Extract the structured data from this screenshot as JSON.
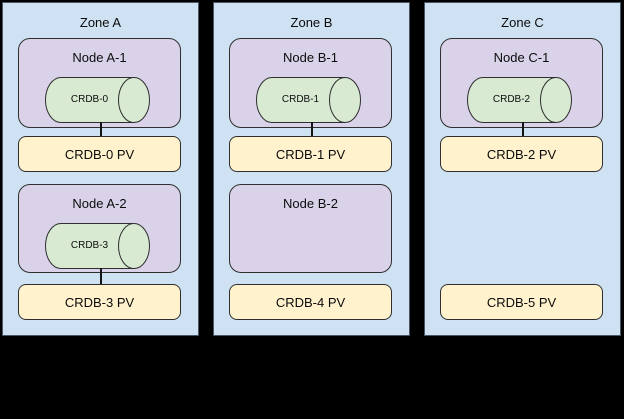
{
  "diagram": {
    "colors": {
      "canvas_background": "#000000",
      "zone_fill": "#cfe2f3",
      "node_fill": "#d9d2e9",
      "cylinder_fill": "#d9ead3",
      "pv_fill": "#fff2cc",
      "stroke": "#2f2f2f"
    },
    "zones": [
      {
        "title": "Zone A",
        "nodes": [
          {
            "label": "Node A-1",
            "cylinder_label": "CRDB-0"
          },
          {
            "label": "Node A-2",
            "cylinder_label": "CRDB-3"
          }
        ],
        "pvs": [
          {
            "label": "CRDB-0 PV"
          },
          {
            "label": "CRDB-3 PV"
          }
        ]
      },
      {
        "title": "Zone B",
        "nodes": [
          {
            "label": "Node B-1",
            "cylinder_label": "CRDB-1"
          },
          {
            "label": "Node B-2"
          }
        ],
        "pvs": [
          {
            "label": "CRDB-1 PV"
          },
          {
            "label": "CRDB-4 PV"
          }
        ]
      },
      {
        "title": "Zone C",
        "nodes": [
          {
            "label": "Node C-1",
            "cylinder_label": "CRDB-2"
          }
        ],
        "pvs": [
          {
            "label": "CRDB-2 PV"
          },
          {
            "label": "CRDB-5 PV"
          }
        ]
      }
    ]
  }
}
